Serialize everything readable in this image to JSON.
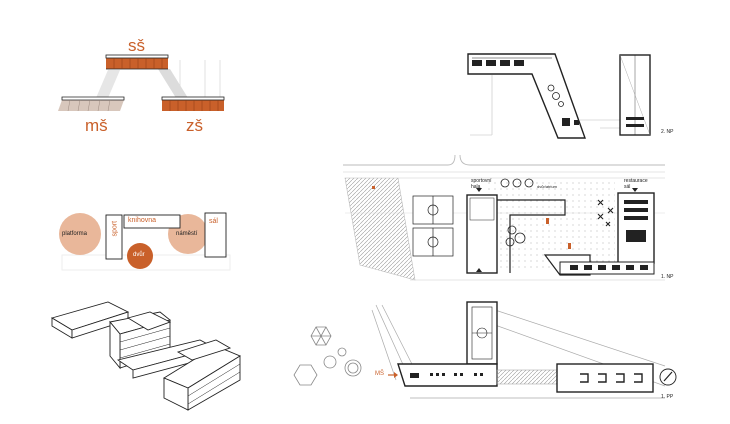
{
  "concept": {
    "levels": {
      "ss": "sš",
      "ms": "mš",
      "zs": "zš"
    },
    "program": {
      "platforma": "platforma",
      "sport": "sport",
      "knihovna": "knihovna",
      "namesti": "náměstí",
      "sal": "sál",
      "dvur": "dvůr"
    }
  },
  "plans": {
    "floor2": {
      "level_label": "2. NP"
    },
    "floor1": {
      "level_label": "1. NP",
      "sport_hall": "sportovní\nhala",
      "restaurant": "restaurace\nsál",
      "small_label": "dvůr/atrium"
    },
    "ground": {
      "level_label": "1. PP",
      "entry": "MŠ"
    }
  },
  "colors": {
    "accent": "#c9602a",
    "line": "#222222",
    "gray": "#d9d9d9"
  }
}
